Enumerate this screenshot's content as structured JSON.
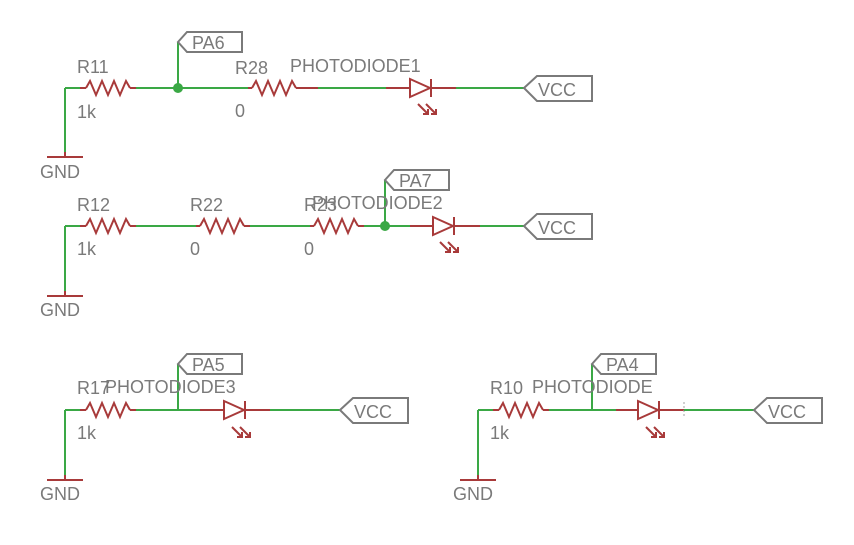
{
  "rows": [
    {
      "parts": [
        {
          "ref": "R11",
          "value": "1k"
        },
        {
          "ref": "R28",
          "value": "0"
        },
        {
          "ref": "PHOTODIODE1",
          "value": ""
        }
      ],
      "port": "PA6",
      "supply": "VCC",
      "ground": "GND"
    },
    {
      "parts": [
        {
          "ref": "R12",
          "value": "1k"
        },
        {
          "ref": "R22",
          "value": "0"
        },
        {
          "ref": "R23",
          "value": "0"
        },
        {
          "ref": "PHOTODIODE2",
          "value": ""
        }
      ],
      "port": "PA7",
      "supply": "VCC",
      "ground": "GND"
    },
    {
      "parts": [
        {
          "ref": "R17",
          "value": "1k"
        },
        {
          "ref": "PHOTODIODE3",
          "value": ""
        }
      ],
      "port": "PA5",
      "supply": "VCC",
      "ground": "GND"
    },
    {
      "parts": [
        {
          "ref": "R10",
          "value": "1k"
        },
        {
          "ref": "PHOTODIODE",
          "value": ""
        }
      ],
      "port": "PA4",
      "supply": "VCC",
      "ground": "GND"
    }
  ]
}
